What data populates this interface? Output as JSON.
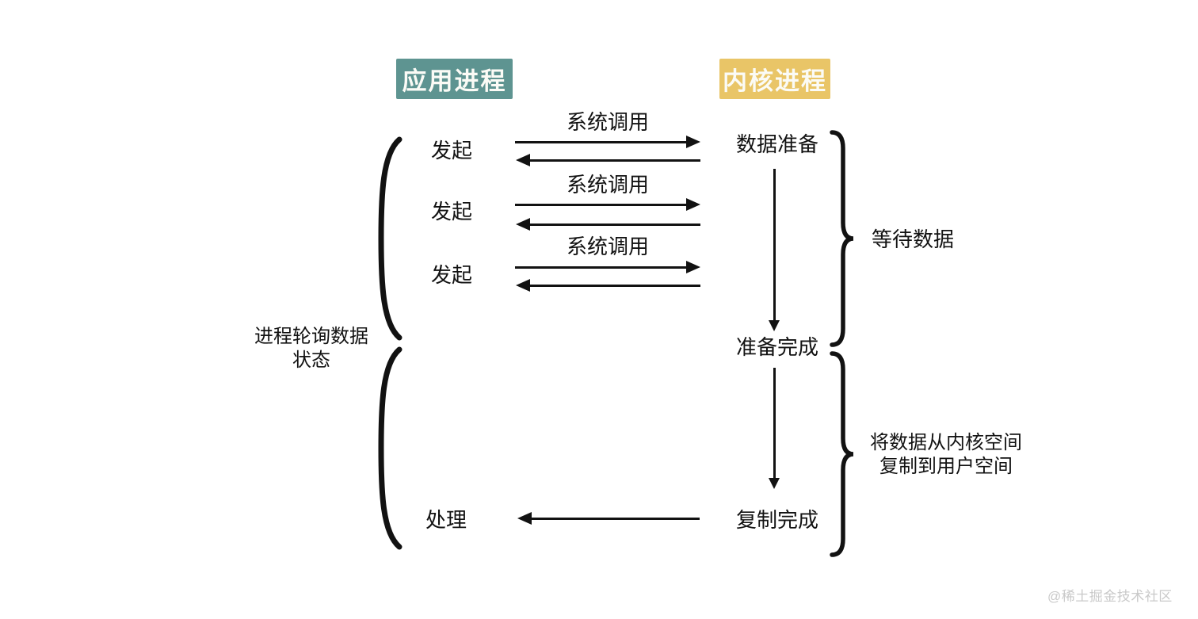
{
  "page": {
    "background": "#ffffff",
    "watermark": "@稀土掘金技术社区",
    "line_color": "#121212"
  },
  "headers": {
    "app": {
      "label": "应用进程",
      "color": "#5e9491"
    },
    "kernel": {
      "label": "内核进程",
      "color": "#e9c567"
    }
  },
  "left_column": {
    "poll_label": "进程轮询数据\n状态",
    "initiate_labels": [
      "发起",
      "发起",
      "发起"
    ],
    "process_label": "处理"
  },
  "middle": {
    "syscall_labels": [
      "系统调用",
      "系统调用",
      "系统调用"
    ]
  },
  "right_column": {
    "steps": {
      "prepare": "数据准备",
      "prepare_done": "准备完成",
      "copy_done": "复制完成"
    },
    "wait_label": "等待数据",
    "copy_label": "将数据从内核空间\n复制到用户空间"
  }
}
